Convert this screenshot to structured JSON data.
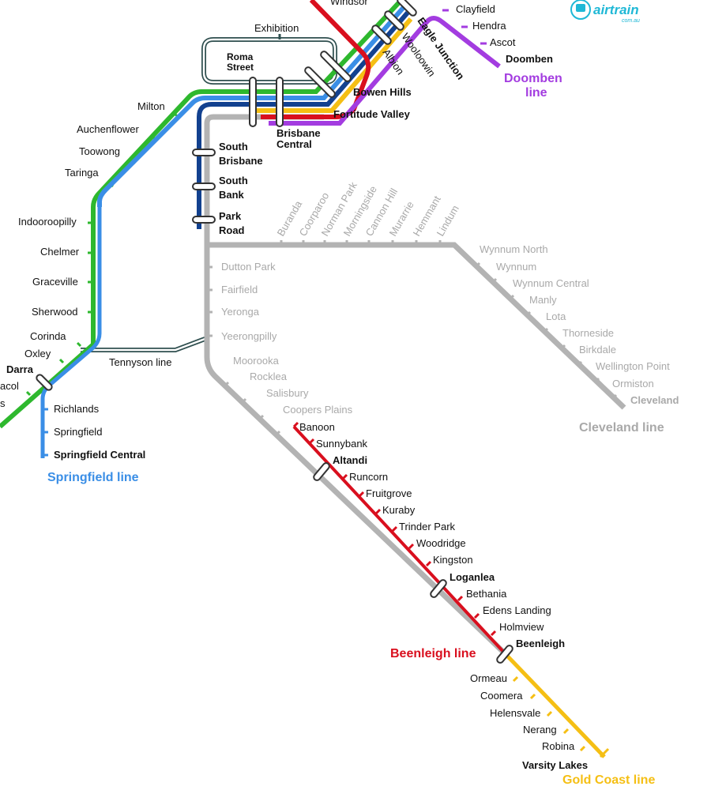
{
  "colors": {
    "ipswich_green": "#2eb82e",
    "springfield_blue": "#3a8ee6",
    "beenleigh_red": "#d90f1e",
    "goldcoast_yellow": "#f5bf14",
    "doomben_purple": "#a33ce0",
    "cleveland_grey": "#b3b3b3",
    "shorncliffe_navy": "#12418f",
    "airtrain_teal": "#1fb8d6",
    "roma_dark": "#2f4f4f"
  },
  "logo": {
    "name": "airtrain",
    "sub": "com.au",
    "icon": "train-icon"
  },
  "lines": {
    "doomben": "Doomben line",
    "springfield": "Springfield line",
    "tennyson": "Tennyson line",
    "cleveland": "Cleveland line",
    "beenleigh": "Beenleigh line",
    "goldcoast": "Gold Coast line"
  },
  "stations": {
    "windsor": "Windsor",
    "exhibition": "Exhibition",
    "roma_street": "Roma Street",
    "bowen_hills": "Bowen Hills",
    "fortitude_valley": "Fortitude Valley",
    "brisbane_central": "Brisbane Central",
    "albion": "Albion",
    "wooloowin": "Wooloowin",
    "eagle_junction": "Eagle Junction",
    "clayfield": "Clayfield",
    "hendra": "Hendra",
    "ascot": "Ascot",
    "doomben": "Doomben",
    "milton": "Milton",
    "auchenflower": "Auchenflower",
    "toowong": "Toowong",
    "taringa": "Taringa",
    "indooroopilly": "Indooroopilly",
    "chelmer": "Chelmer",
    "graceville": "Graceville",
    "sherwood": "Sherwood",
    "corinda": "Corinda",
    "oxley": "Oxley",
    "darra": "Darra",
    "wacol": "acol",
    "gailes": "s",
    "richlands": "Richlands",
    "springfield": "Springfield",
    "springfield_central": "Springfield Central",
    "south_brisbane": "South Brisbane",
    "south_bank": "South Bank",
    "park_road": "Park Road",
    "buranda": "Buranda",
    "coorparoo": "Coorparoo",
    "norman_park": "Norman Park",
    "morningside": "Morningside",
    "cannon_hill": "Cannon Hill",
    "murarrie": "Murarrie",
    "hemmant": "Hemmant",
    "lindum": "Lindum",
    "wynnum_north": "Wynnum North",
    "wynnum": "Wynnum",
    "wynnum_central": "Wynnum Central",
    "manly": "Manly",
    "lota": "Lota",
    "thorneside": "Thorneside",
    "birkdale": "Birkdale",
    "wellington_point": "Wellington Point",
    "ormiston": "Ormiston",
    "cleveland": "Cleveland",
    "dutton_park": "Dutton Park",
    "fairfield": "Fairfield",
    "yeronga": "Yeronga",
    "yeerongpilly": "Yeerongpilly",
    "moorooka": "Moorooka",
    "rocklea": "Rocklea",
    "salisbury": "Salisbury",
    "coopers_plains": "Coopers Plains",
    "banoon": "Banoon",
    "sunnybank": "Sunnybank",
    "altandi": "Altandi",
    "runcorn": "Runcorn",
    "fruitgrove": "Fruitgrove",
    "kuraby": "Kuraby",
    "trinder_park": "Trinder Park",
    "woodridge": "Woodridge",
    "kingston": "Kingston",
    "loganlea": "Loganlea",
    "bethania": "Bethania",
    "edens_landing": "Edens Landing",
    "holmview": "Holmview",
    "beenleigh": "Beenleigh",
    "ormeau": "Ormeau",
    "coomera": "Coomera",
    "helensvale": "Helensvale",
    "nerang": "Nerang",
    "robina": "Robina",
    "varsity_lakes": "Varsity Lakes"
  }
}
